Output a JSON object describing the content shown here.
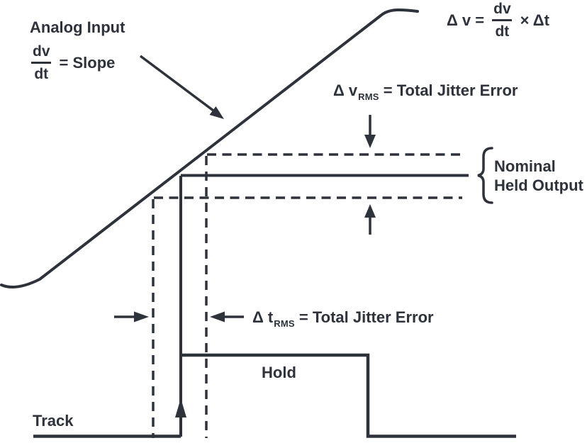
{
  "diagram": {
    "title_semantic": "Aperture jitter error on a track-and-hold analog input",
    "colors": {
      "ink": "#2e323b",
      "background": "#ffffff"
    },
    "labels": {
      "analog_input": "Analog Input",
      "slope_frac_num": "dv",
      "slope_frac_den": "dt",
      "slope_eq": "= Slope",
      "formula_lhs": "Δ v =",
      "formula_num": "dv",
      "formula_den": "dt",
      "formula_rhs": "× Δt",
      "v_rms_prefix": "Δ v",
      "v_rms_sub": "RMS",
      "v_rms_suffix": " = Total Jitter Error",
      "t_rms_prefix": "Δ t",
      "t_rms_sub": "RMS",
      "t_rms_suffix": " = Total Jitter Error",
      "nominal_line1": "Nominal",
      "nominal_line2": "Held Output",
      "hold": "Hold",
      "track": "Track"
    }
  }
}
